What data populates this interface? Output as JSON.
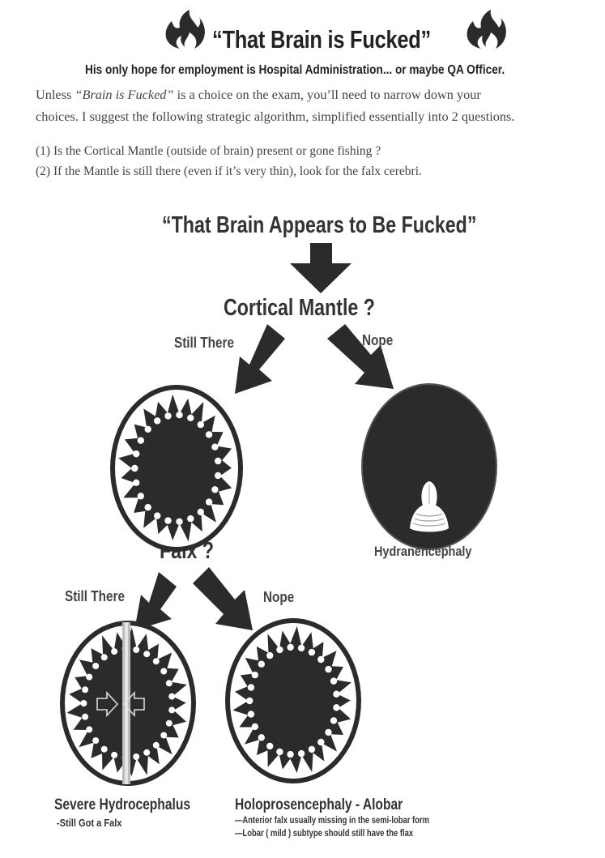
{
  "header": {
    "title": "“That Brain is Fucked”",
    "subtitle": "His only hope for employment is Hospital Administration... or maybe QA Officer."
  },
  "intro": {
    "line1_before": "Unless ",
    "line1_italic": "“Brain is Fucked”",
    "line1_after": " is a choice on the exam, you’ll need to narrow down your",
    "line2": "choices.  I suggest the following strategic algorithm, simplified essentially into 2 questions."
  },
  "questions": [
    "(1)  Is the Cortical Mantle (outside of brain) present or gone fishing ?",
    "(2)  If the Mantle is still there (even if it’s very thin), look for the falx cerebri."
  ],
  "flowchart": {
    "heading": "“That Brain Appears to Be Fucked”",
    "q1": "Cortical Mantle ?",
    "q1_yes": "Still There",
    "q1_no": "Nope",
    "q2": "Falx ?",
    "q2_yes": "Still There",
    "q2_no": "Nope",
    "result_hydranencephaly": "Hydranencephaly",
    "result_hydrocephalus": "Severe Hydrocephalus",
    "result_hydrocephalus_note": "-Still Got a Falx",
    "result_holoprosencephaly": "Holoprosencephaly - Alobar",
    "holo_note_1": "—Anterior falx usually missing in the semi-lobar form",
    "holo_note_2": "—Lobar ( mild ) subtype should still have the flax"
  },
  "colors": {
    "dark": "#2b2b2b",
    "text": "#333333"
  }
}
